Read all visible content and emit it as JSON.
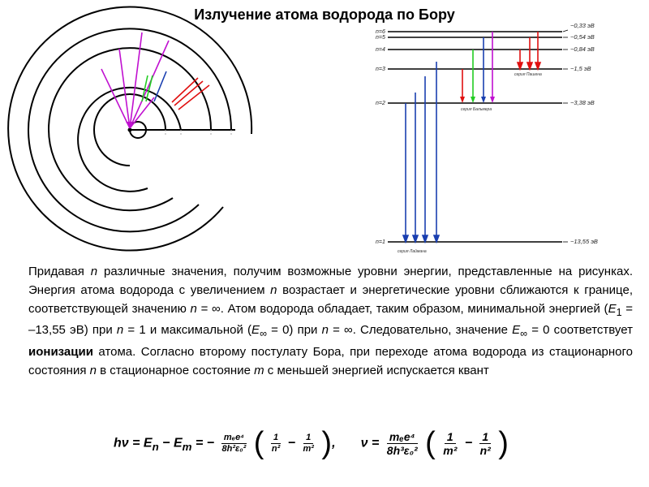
{
  "title": "Излучение атома водорода по Бору",
  "levels": [
    {
      "n": "n=6",
      "energy": "−0,33 эВ"
    },
    {
      "n": "n=5",
      "energy": "−0,54 эВ"
    },
    {
      "n": "n=4",
      "energy": "−0,84 эВ"
    },
    {
      "n": "n=3",
      "energy": "−1,5 эВ"
    },
    {
      "n": "n=2",
      "energy": "−3,38 эВ"
    },
    {
      "n": "n=1",
      "energy": "−13,55 эВ"
    }
  ],
  "series": {
    "lyman": "серия Лаймана",
    "balmer": "серия Бальмера",
    "paschen": "серия Пашена"
  },
  "colors": {
    "lyman": "#1a3fb0",
    "balmer_red": "#e01010",
    "balmer_green": "#22cc22",
    "balmer_blue": "#1a3fb0",
    "balmer_violet": "#c010d0",
    "paschen": "#e01010"
  },
  "paragraph": {
    "p1": "Придавая ",
    "n1": "n",
    "p2": " различные значения, получим возможные уровни энергии, представленные на рисунках. Энергия атома водорода с увеличением ",
    "n2": "n",
    "p3": " возрастает и энергетические уровни сближаются к границе, соответствующей значению ",
    "n3": "n",
    "p4": " = ∞. Атом водорода обладает, таким образом, минимальной энергией (",
    "e1": "E",
    "e1sub": "1",
    "p5": " = –13,55 эВ) при ",
    "n4": "n",
    "p6": " = 1 и максимальной (",
    "e2": "E",
    "e2sub": "∞",
    "p7": " = 0) при ",
    "n5": "n",
    "p8": " = ∞. Следовательно, значение ",
    "e3": "E",
    "e3sub": "∞",
    "p9": " = 0 соответствует ",
    "bold": "ионизации",
    "p10": " атома. Согласно второму постулату Бора, при переходе атома водорода из стационарного состояния ",
    "n6": "n",
    "p11": " в стационарное состояние ",
    "m1": "m",
    "p12": " с меньшей энергией испускается квант"
  },
  "formula": {
    "lhs": "hν = E",
    "lhs_sub": "n",
    "minus_e": " − E",
    "minus_sub": "m",
    "eq": " = − ",
    "f1_num": "mₑe⁴",
    "f1_den": "8h²ε₀²",
    "one": "1",
    "n2": "n²",
    "m2": "m²",
    "comma": ",",
    "nu": "ν = ",
    "f2_num": "mₑe⁴",
    "f2_den": "8h³ε₀²"
  }
}
